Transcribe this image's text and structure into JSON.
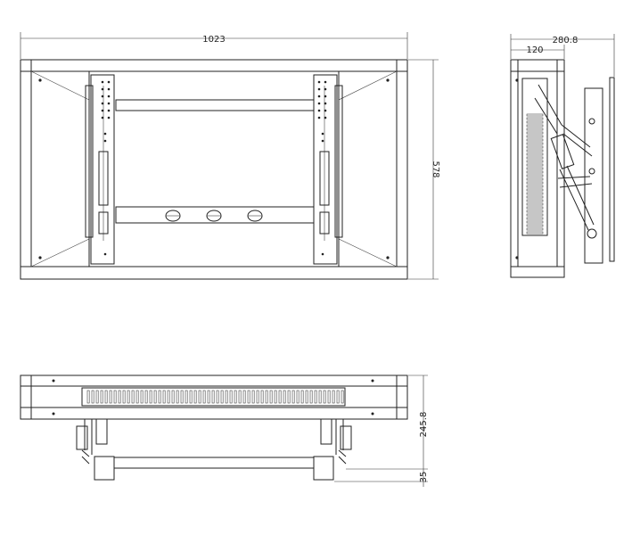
{
  "front_view": {
    "width_dim": "1023",
    "height_dim": "578"
  },
  "side_view": {
    "depth_dim": "280.8",
    "inner_dim": "120"
  },
  "bottom_view": {
    "extension_dim": "245.8",
    "base_dim": "35"
  },
  "colors": {
    "line": "#222222",
    "background": "#ffffff"
  }
}
